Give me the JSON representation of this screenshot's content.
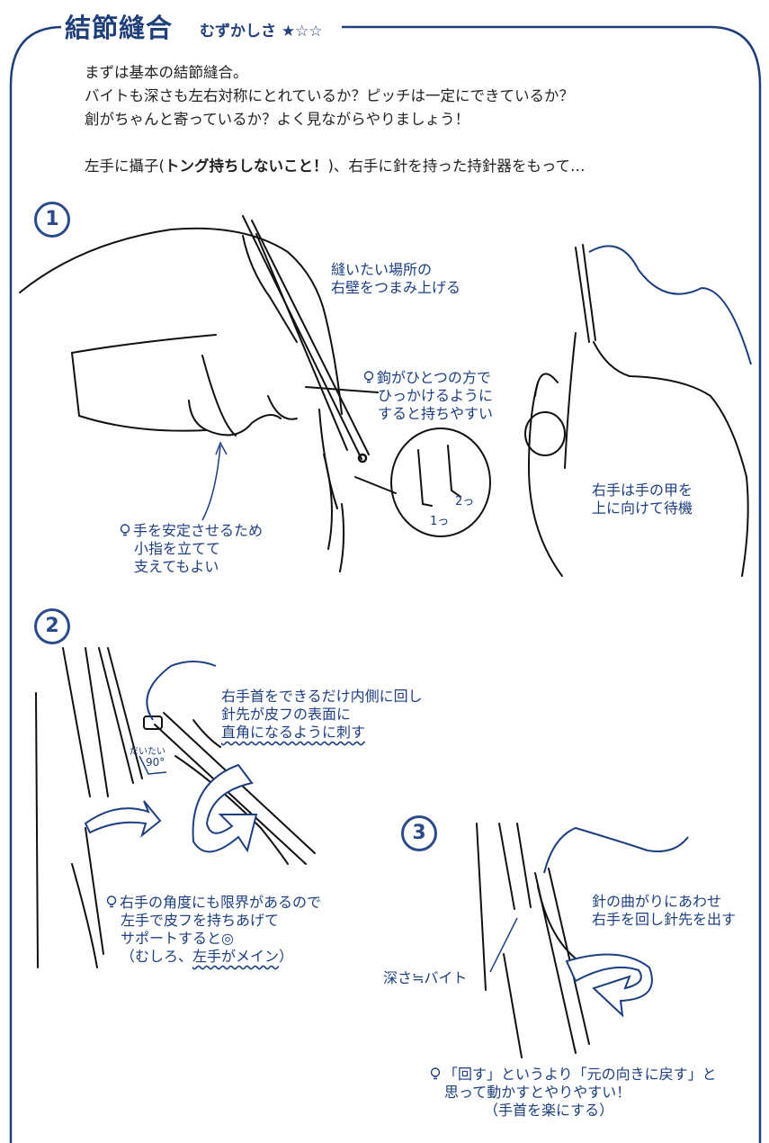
{
  "header": {
    "title": "結節縫合",
    "difficulty_label": "むずかしさ",
    "difficulty_stars": "★☆☆"
  },
  "intro": {
    "line1": "まずは基本の結節縫合。",
    "line2": "バイトも深さも左右対称にとれているか？ピッチは一定にできているか？",
    "line3": "創がちゃんと寄っているか？よく見ながらやりましょう！",
    "line4_pre": "左手に攝子(",
    "line4_bold": "トング持ちしないこと！",
    "line4_post": ")、右手に針を持った持針器をもって…"
  },
  "steps": [
    {
      "number": "1",
      "notes": {
        "grab_wall": [
          "縫いたい場所の",
          "右壁をつまみ上げる"
        ],
        "hook_tip": [
          "鉤がひとつの方で",
          "ひっかけるように",
          "すると持ちやすい"
        ],
        "pinky_tip": [
          "手を安定させるため",
          "小指を立てて",
          "支えてもよい"
        ],
        "right_hand": [
          "右手は手の甲を",
          "上に向けて待機"
        ],
        "inset_label_1": "1っ",
        "inset_label_2": "2っ"
      }
    },
    {
      "number": "2",
      "notes": {
        "wrist": [
          "右手首をできるだけ内側に回し",
          "針先が皮フの表面に",
          "直角になるように刺す"
        ],
        "angle_small": "だいたい",
        "angle_value": "90°",
        "support_tip": [
          "右手の角度にも限界があるので",
          "左手で皮フを持ちあげて",
          "サポートすると◎"
        ],
        "support_tip_last_pre": "（むしろ、",
        "support_tip_last_wavy": "左手がメイン",
        "support_tip_last_post": "）"
      }
    },
    {
      "number": "3",
      "notes": {
        "curve": [
          "針の曲がりにあわせ",
          "右手を回し針先を出す"
        ],
        "depth": "深さ≒バイト",
        "rotate_tip": [
          "「回す」というより「元の向きに戻す」と",
          "思って動かすとやりやすい！",
          "（手首を楽にする）"
        ]
      }
    }
  ]
}
